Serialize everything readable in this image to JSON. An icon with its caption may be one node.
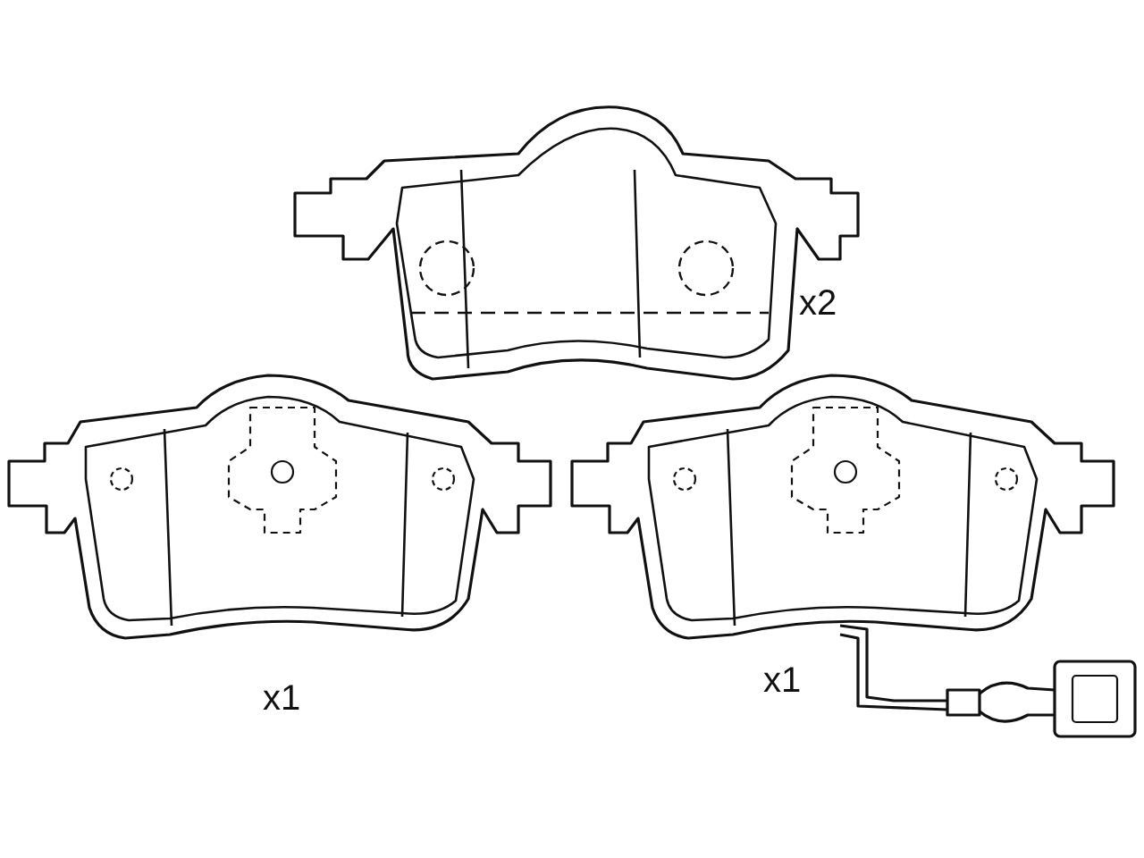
{
  "diagram": {
    "labels": [
      "x2",
      "x1",
      "x1"
    ]
  }
}
